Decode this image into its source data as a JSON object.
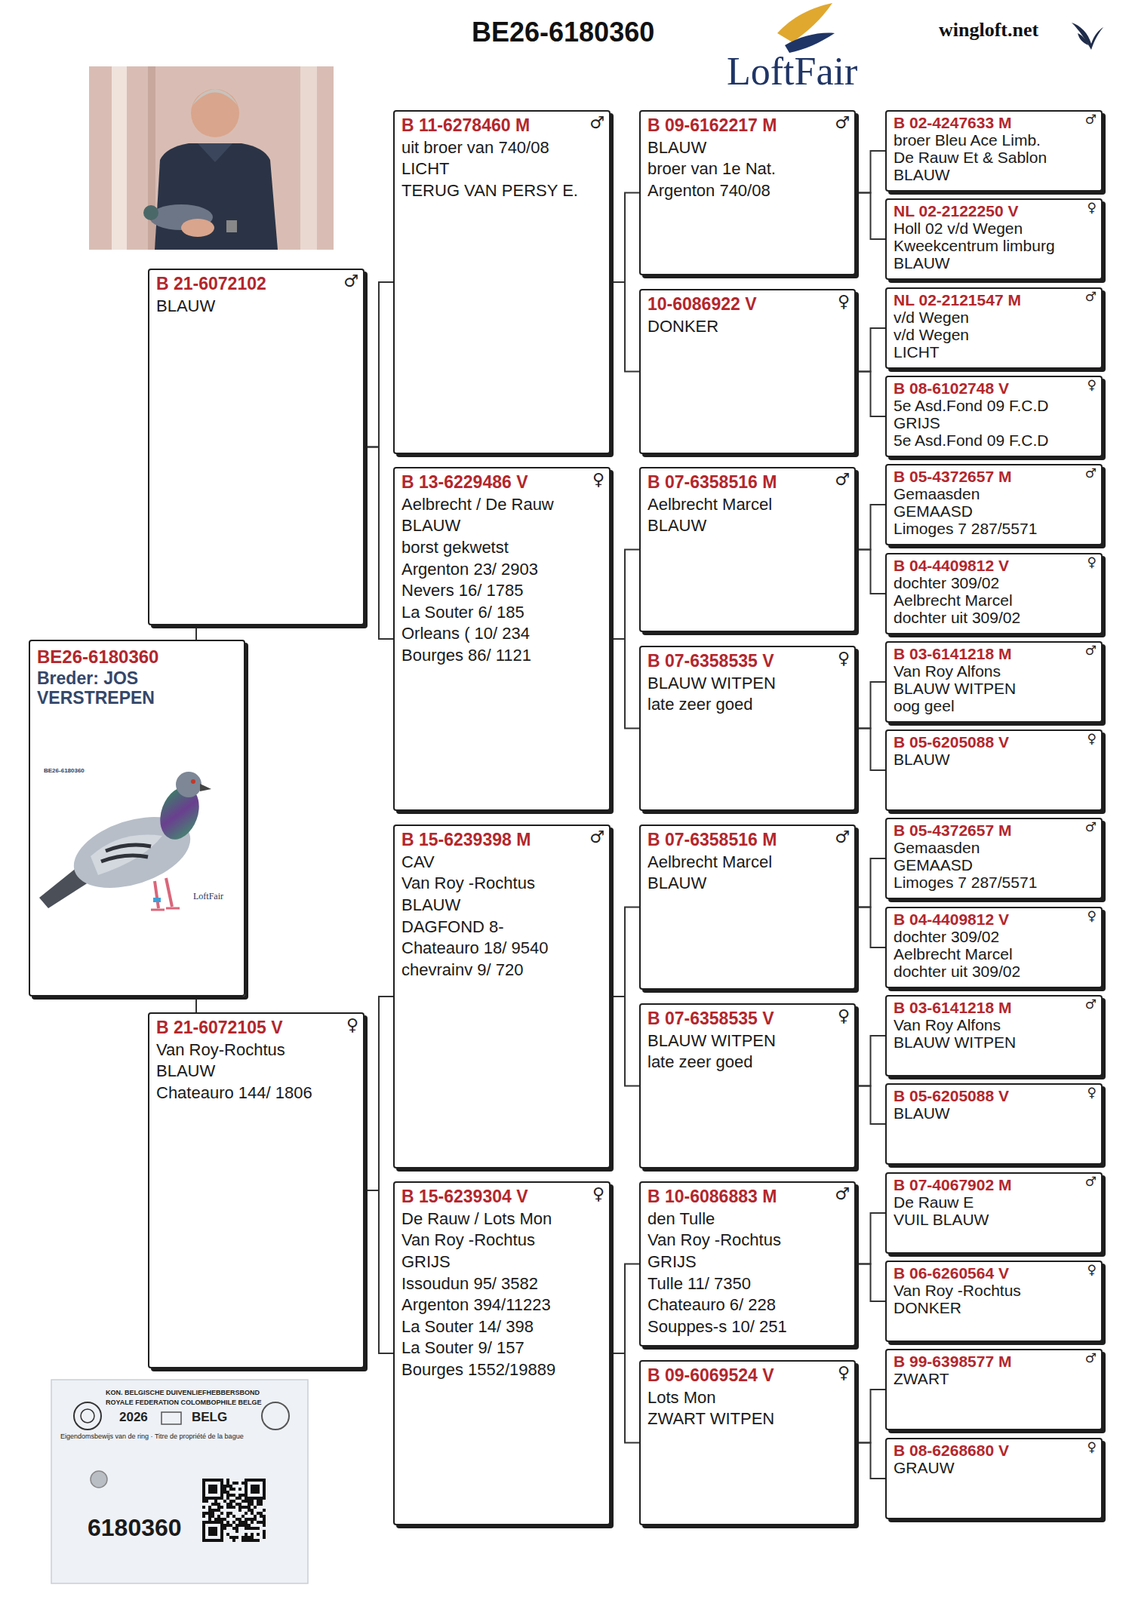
{
  "diagram": {
    "title": "BE26-6180360",
    "nodes": [
      {
        "text": [
          "BE26-6180360",
          "Breder: JOS VERSTREPEN"
        ]
      },
      {
        "text": [
          "B 21-6072102",
          "♂",
          "BLAUW"
        ]
      },
      {
        "text": [
          "B 21-6072105 V",
          "♀",
          "Van Roy-Rochtus",
          "BLAUW",
          "Chateauro 144/ 1806"
        ]
      },
      {
        "text": [
          "B 11-6278460 M",
          "♂",
          "uit broer van 740/08",
          "LICHT",
          "TERUG VAN PERSY E."
        ]
      },
      {
        "text": [
          "B 13-6229486 V",
          "♀",
          "Aelbrecht / De Rauw",
          "BLAUW",
          "borst gekwetst",
          "Argenton 23/ 2903",
          "Nevers 16/ 1785",
          "La Souter 6/ 185",
          "Orleans ( 10/ 234",
          "Bourges 86/ 1121"
        ]
      },
      {
        "text": [
          "B 15-6239398 M",
          "♂",
          "CAV",
          "Van Roy -Rochtus",
          "BLAUW",
          "DAGFOND 8-",
          "Chateauro 18/ 9540",
          "chevrainv 9/ 720"
        ]
      },
      {
        "text": [
          "B 15-6239304 V",
          "♀",
          "De Rauw / Lots Mon",
          "Van Roy -Rochtus",
          "GRIJS",
          "Issoudun 95/ 3582",
          "Argenton 394/11223",
          "La Souter 14/ 398",
          "La Souter 9/ 157",
          "Bourges 1552/19889"
        ]
      },
      {
        "text": [
          "B 09-6162217 M",
          "♂",
          "BLAUW",
          "broer van 1e Nat.",
          "Argenton 740/08"
        ]
      },
      {
        "text": [
          "10-6086922 V",
          "♀",
          "DONKER"
        ]
      },
      {
        "text": [
          "B 07-6358516 M",
          "♂",
          "Aelbrecht Marcel",
          "BLAUW"
        ]
      },
      {
        "text": [
          "B 07-6358535 V",
          "♀",
          "BLAUW WITPEN",
          "late zeer goed"
        ]
      },
      {
        "text": [
          "B 07-6358516 M",
          "♂",
          "Aelbrecht Marcel",
          "BLAUW"
        ]
      },
      {
        "text": [
          "B 07-6358535 V",
          "♀",
          "BLAUW WITPEN",
          "late zeer goed"
        ]
      },
      {
        "text": [
          "B 10-6086883 M",
          "♂",
          "den Tulle",
          "Van Roy -Rochtus",
          "GRIJS",
          "Tulle 11/ 7350",
          "Chateauro 6/ 228",
          "Souppes-s 10/ 251"
        ]
      },
      {
        "text": [
          "B 09-6069524 V",
          "♀",
          "Lots Mon",
          "ZWART WITPEN"
        ]
      },
      {
        "text": [
          "B 02-4247633 M",
          "♂",
          "broer Bleu Ace Limb.",
          "De Rauw Et & Sablon",
          "BLAUW"
        ]
      },
      {
        "text": [
          "NL 02-2122250 V",
          "♀",
          "Holl 02 v/d Wegen",
          "Kweekcentrum limburg",
          "BLAUW"
        ]
      },
      {
        "text": [
          "NL 02-2121547 M",
          "♂",
          "v/d Wegen",
          "v/d Wegen",
          "LICHT"
        ]
      },
      {
        "text": [
          "B 08-6102748 V",
          "♀",
          "5e Asd.Fond 09 F.C.D",
          "GRIJS",
          "5e Asd.Fond 09 F.C.D"
        ]
      },
      {
        "text": [
          "B 05-4372657 M",
          "♂",
          "Gemaasden",
          "GEMAASD",
          "Limoges 7 287/5571"
        ]
      },
      {
        "text": [
          "B 04-4409812 V",
          "♀",
          "dochter 309/02",
          "Aelbrecht Marcel",
          "dochter uit 309/02"
        ]
      },
      {
        "text": [
          "B 03-6141218 M",
          "♂",
          "Van Roy Alfons",
          "BLAUW WITPEN",
          "oog geel"
        ]
      },
      {
        "text": [
          "B 05-6205088 V",
          "♀",
          "BLAUW"
        ]
      },
      {
        "text": [
          "B 05-4372657 M",
          "♂",
          "Gemaasden",
          "GEMAASD",
          "Limoges 7 287/5571"
        ]
      },
      {
        "text": [
          "B 04-4409812 V",
          "♀",
          "dochter 309/02",
          "Aelbrecht Marcel",
          "dochter uit 309/02"
        ]
      },
      {
        "text": [
          "B 03-6141218 M",
          "♂",
          "Van Roy Alfons",
          "BLAUW WITPEN"
        ]
      },
      {
        "text": [
          "B 05-6205088 V",
          "♀",
          "BLAUW"
        ]
      },
      {
        "text": [
          "B 07-4067902 M",
          "♂",
          "De Rauw E",
          "VUIL BLAUW"
        ]
      },
      {
        "text": [
          "B 06-6260564 V",
          "♀",
          "Van Roy -Rochtus",
          "DONKER"
        ]
      },
      {
        "text": [
          "B 99-6398577 M",
          "♂",
          "ZWART"
        ]
      },
      {
        "text": [
          "B 08-6268680 V",
          "♀",
          "GRAUW"
        ]
      }
    ],
    "edges": [
      {
        "from": 0,
        "to": 1,
        "arrow": "none"
      },
      {
        "from": 0,
        "to": 2,
        "arrow": "none"
      },
      {
        "from": 1,
        "to": 3,
        "arrow": "none"
      },
      {
        "from": 1,
        "to": 4,
        "arrow": "none"
      },
      {
        "from": 2,
        "to": 5,
        "arrow": "none"
      },
      {
        "from": 2,
        "to": 6,
        "arrow": "none"
      },
      {
        "from": 3,
        "to": 7,
        "arrow": "none"
      },
      {
        "from": 3,
        "to": 8,
        "arrow": "none"
      },
      {
        "from": 4,
        "to": 9,
        "arrow": "none"
      },
      {
        "from": 4,
        "to": 10,
        "arrow": "none"
      },
      {
        "from": 5,
        "to": 11,
        "arrow": "none"
      },
      {
        "from": 5,
        "to": 12,
        "arrow": "none"
      },
      {
        "from": 6,
        "to": 13,
        "arrow": "none"
      },
      {
        "from": 6,
        "to": 14,
        "arrow": "none"
      },
      {
        "from": 7,
        "to": 15,
        "arrow": "none"
      },
      {
        "from": 7,
        "to": 16,
        "arrow": "none"
      },
      {
        "from": 8,
        "to": 17,
        "arrow": "none"
      },
      {
        "from": 8,
        "to": 18,
        "arrow": "none"
      },
      {
        "from": 9,
        "to": 19,
        "arrow": "none"
      },
      {
        "from": 9,
        "to": 20,
        "arrow": "none"
      },
      {
        "from": 10,
        "to": 21,
        "arrow": "none"
      },
      {
        "from": 10,
        "to": 22,
        "arrow": "none"
      },
      {
        "from": 11,
        "to": 23,
        "arrow": "none"
      },
      {
        "from": 11,
        "to": 24,
        "arrow": "none"
      },
      {
        "from": 12,
        "to": 25,
        "arrow": "none"
      },
      {
        "from": 12,
        "to": 26,
        "arrow": "none"
      },
      {
        "from": 13,
        "to": 27,
        "arrow": "none"
      },
      {
        "from": 13,
        "to": 28,
        "arrow": "none"
      },
      {
        "from": 14,
        "to": 29,
        "arrow": "none"
      },
      {
        "from": 14,
        "to": 30,
        "arrow": "none"
      }
    ],
    "labels": [
      "LoftFair",
      "wingloft.net",
      "BE26-6180360",
      "LoftFair",
      "KON. BELGISCHE DUIVENLIEFHEBBERSBOND",
      "ROYALE FEDERATION COLOMBOPHILE BELGE",
      "2026",
      "BELG",
      "Eigendomsbewijs van de ring · Titre de propriété de la bague",
      "6180360"
    ]
  }
}
